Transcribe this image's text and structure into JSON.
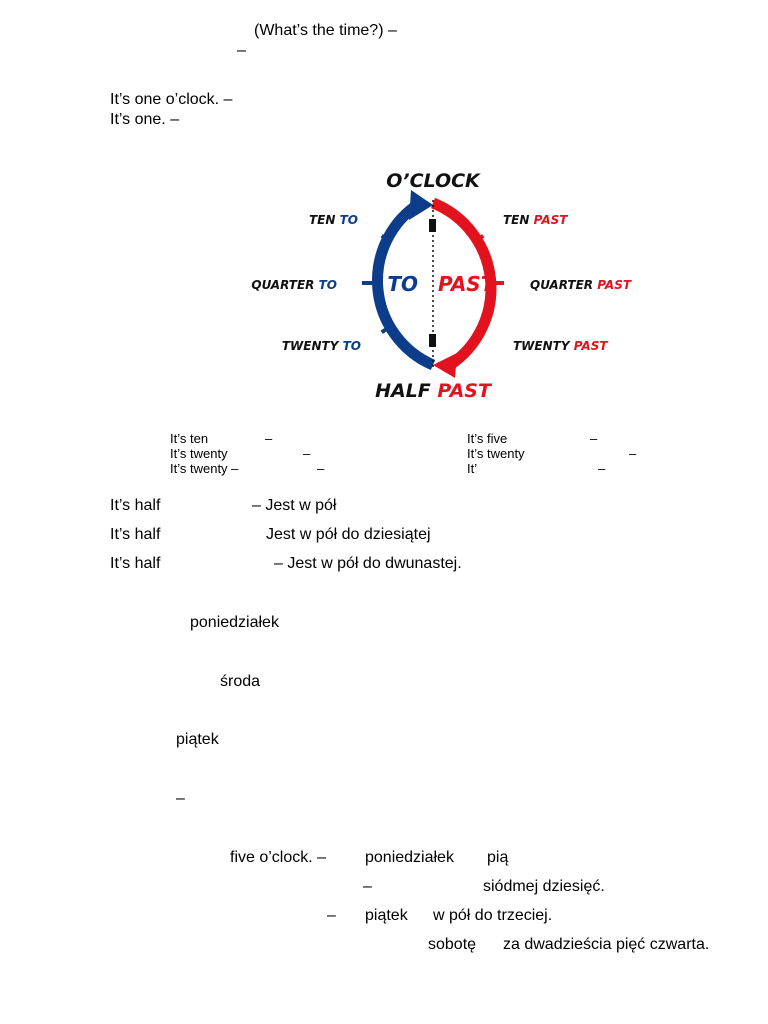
{
  "colors": {
    "blue": "#0d3d8a",
    "red": "#e3121f",
    "ink": "#111111"
  },
  "intro": {
    "line1": "(What’s the time?) –",
    "line2": "–"
  },
  "examples": {
    "line1": "It’s one o’clock. –",
    "line2": "It’s one. –"
  },
  "clock": {
    "oclock": "O’CLOCK",
    "half": "HALF",
    "past_word": "PAST",
    "to_word": "TO",
    "ten": "TEN",
    "quarter": "QUARTER",
    "twenty": "TWENTY",
    "center_to": "TO",
    "center_past": "PAST"
  },
  "small": {
    "left": [
      "It’s ten",
      "–",
      "It’s twenty",
      "–",
      "It’s twenty –",
      "–"
    ],
    "right": [
      "It’s five",
      "–",
      "It’s twenty",
      "–",
      "It’",
      "–"
    ]
  },
  "half": [
    {
      "a": "It’s half",
      "b": "– Jest w pół"
    },
    {
      "a": "It’s half",
      "b": "Jest w pół do dziesiątej"
    },
    {
      "a": "It’s half",
      "b": "– Jest w pół do dwunastej."
    }
  ],
  "days": [
    "poniedziałek",
    "środa",
    "piątek",
    "–"
  ],
  "sentences": {
    "s1a": "five o’clock. –",
    "s1b": "poniedziałek",
    "s1c": "pią",
    "s2a": "–",
    "s2b": "siódmej dziesięć.",
    "s3a": "–",
    "s3b": "piątek",
    "s3c": "w pół do trzeciej.",
    "s4a": "sobotę",
    "s4b": "za dwadzieścia pięć czwarta."
  }
}
